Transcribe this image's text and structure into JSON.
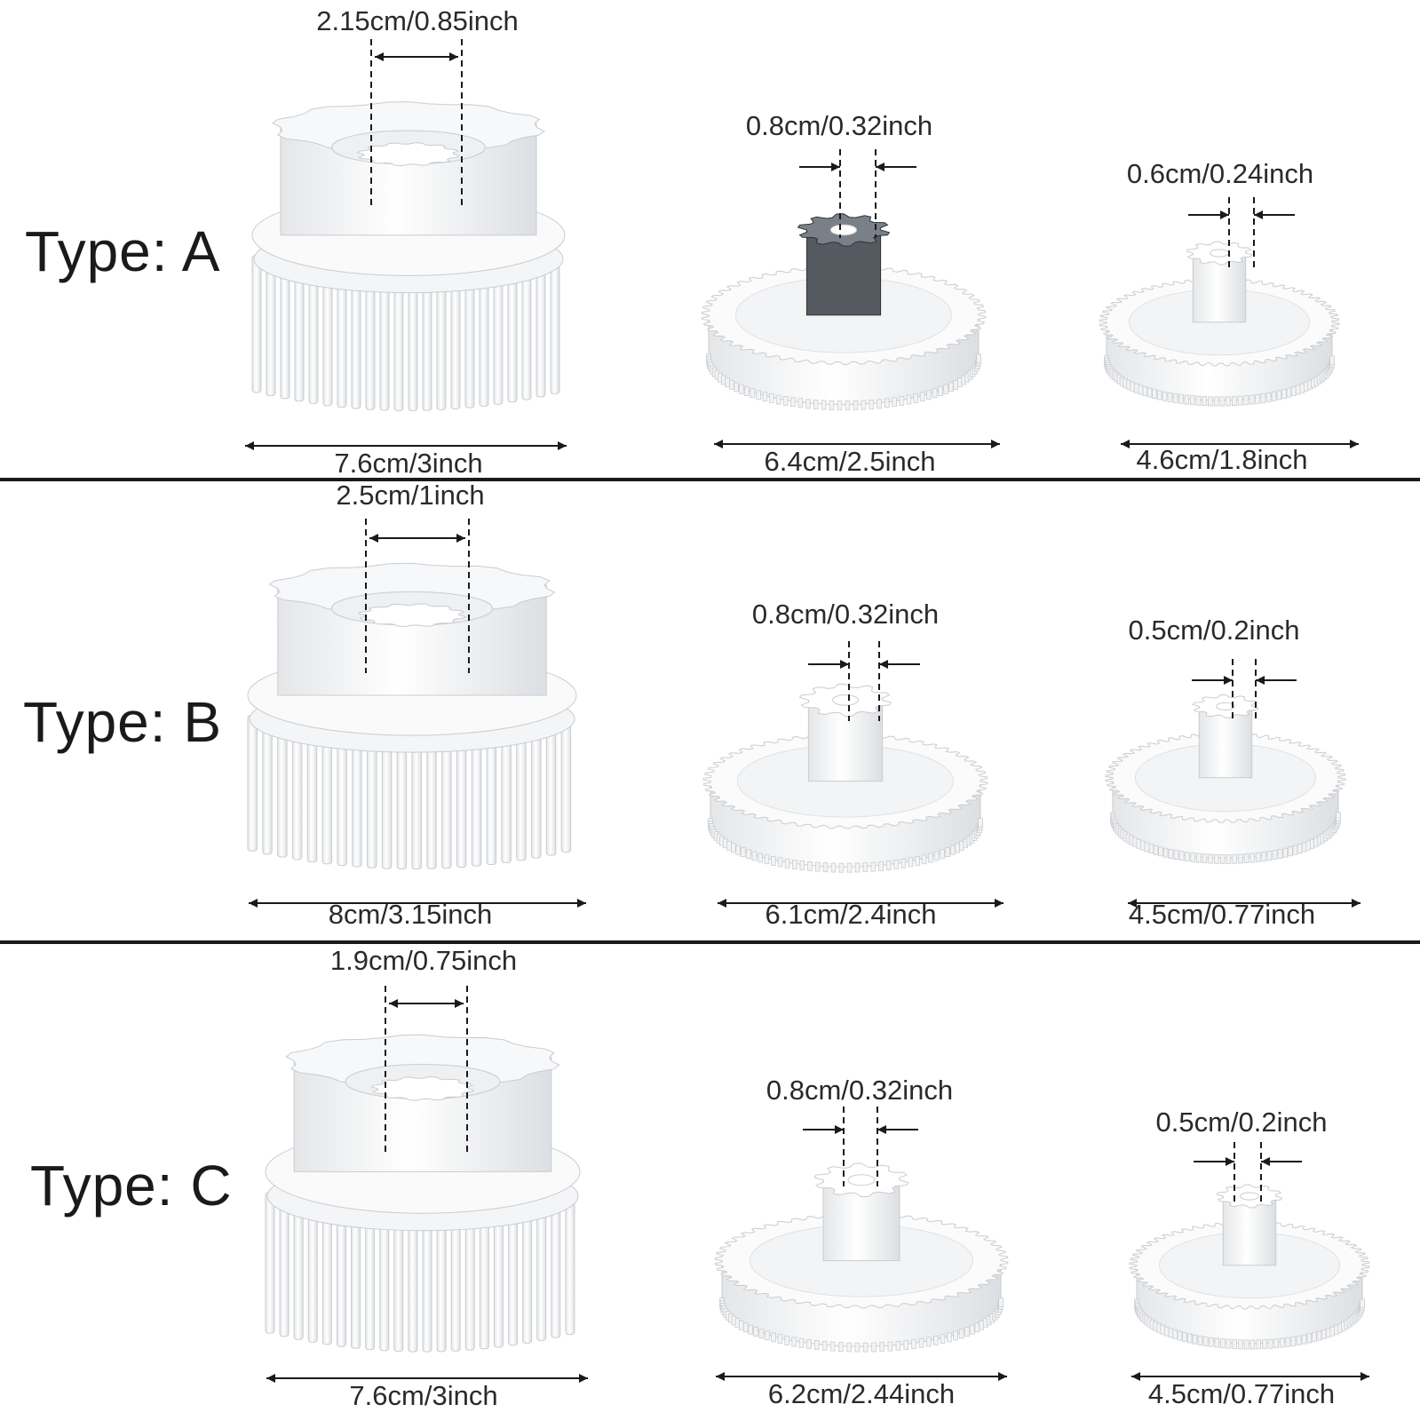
{
  "rows": [
    {
      "type_label": "Type: A",
      "gears": [
        {
          "kind": "large",
          "bore": "2.15cm/0.85inch",
          "width": "7.6cm/3inch",
          "pinion_color": "#ffffff"
        },
        {
          "kind": "medium",
          "bore": "0.8cm/0.32inch",
          "width": "6.4cm/2.5inch",
          "pinion_color": "#555a60"
        },
        {
          "kind": "small",
          "bore": "0.6cm/0.24inch",
          "width": "4.6cm/1.8inch",
          "pinion_color": "#ffffff"
        }
      ]
    },
    {
      "type_label": "Type: B",
      "gears": [
        {
          "kind": "large",
          "bore": "2.5cm/1inch",
          "width": "8cm/3.15inch",
          "pinion_color": "#ffffff"
        },
        {
          "kind": "medium",
          "bore": "0.8cm/0.32inch",
          "width": "6.1cm/2.4inch",
          "pinion_color": "#ffffff"
        },
        {
          "kind": "small",
          "bore": "0.5cm/0.2inch",
          "width": "4.5cm/0.77inch",
          "pinion_color": "#ffffff"
        }
      ]
    },
    {
      "type_label": "Type: C",
      "gears": [
        {
          "kind": "large",
          "bore": "1.9cm/0.75inch",
          "width": "7.6cm/3inch",
          "pinion_color": "#ffffff"
        },
        {
          "kind": "medium",
          "bore": "0.8cm/0.32inch",
          "width": "6.2cm/2.44inch",
          "pinion_color": "#ffffff"
        },
        {
          "kind": "small",
          "bore": "0.5cm/0.2inch",
          "width": "4.5cm/0.77inch",
          "pinion_color": "#ffffff"
        }
      ]
    }
  ]
}
